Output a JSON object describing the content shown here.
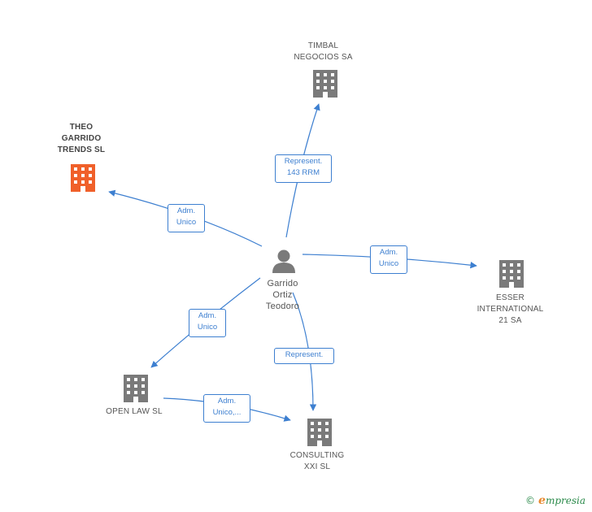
{
  "colors": {
    "edge": "#3d7fd0",
    "company_icon": "#7a7a7a",
    "main_company_icon": "#f0602a",
    "person_icon": "#7a7a7a"
  },
  "nodes": {
    "person": {
      "label": "Garrido\nOrtiz\nTeodoro",
      "icon": "person-icon"
    },
    "theo": {
      "label": "THEO\nGARRIDO\nTRENDS SL",
      "icon": "building-icon"
    },
    "timbal": {
      "label": "TIMBAL\nNEGOCIOS SA",
      "icon": "building-icon"
    },
    "esser": {
      "label": "ESSER\nINTERNATIONAL\n21 SA",
      "icon": "building-icon"
    },
    "openlaw": {
      "label": "OPEN LAW SL",
      "icon": "building-icon"
    },
    "consulting": {
      "label": "CONSULTING\nXXI SL",
      "icon": "building-icon"
    }
  },
  "edges": {
    "to_theo": "Adm.\nUnico",
    "to_timbal": "Represent.\n143 RRM",
    "to_esser": "Adm.\nUnico",
    "to_openlaw": "Adm.\nUnico",
    "to_consulting": "Represent.",
    "openlaw_to_consulting": "Adm.\nUnico,..."
  },
  "footer": {
    "copyright": "©",
    "brand_initial": "e",
    "brand_rest": "mpresia"
  }
}
